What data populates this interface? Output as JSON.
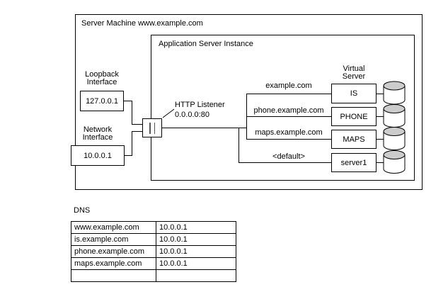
{
  "colors": {
    "page_bg": "#ffffff",
    "ink": "#000000",
    "cylinder_top": "#cccccc",
    "bar_color": "#555555"
  },
  "icons": {
    "database": "database-icon (cylinder shape)",
    "listener": "http-listener-icon (double vertical bars)"
  },
  "diagram": {
    "outer_title": "Server Machine www.example.com",
    "inner_title": "Application Server Instance",
    "loopback": {
      "label": "Loopback Interface",
      "ip": "127.0.0.1"
    },
    "network": {
      "label": "Network Interface",
      "ip": "10.0.0.1"
    },
    "listener": {
      "label": "HTTP Listener",
      "address": "0.0.0.0:80"
    },
    "virtual_server_heading": "Virtual Server",
    "mappings": [
      {
        "domain": "example.com",
        "server": "IS"
      },
      {
        "domain": "phone.example.com",
        "server": "PHONE"
      },
      {
        "domain": "maps.example.com",
        "server": "MAPS"
      },
      {
        "domain": "<default>",
        "server": "server1"
      }
    ]
  },
  "dns": {
    "title": "DNS",
    "rows": [
      [
        "www.example.com",
        "10.0.0.1"
      ],
      [
        "is.example.com",
        "10.0.0.1"
      ],
      [
        "phone.example.com",
        "10.0.0.1"
      ],
      [
        "maps.example.com",
        "10.0.0.1"
      ],
      [
        "",
        ""
      ]
    ]
  }
}
